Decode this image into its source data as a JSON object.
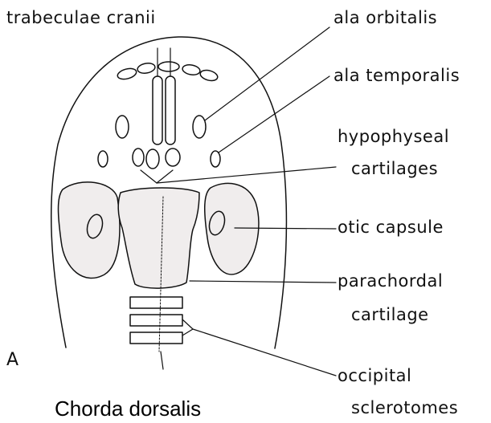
{
  "figure": {
    "panel_letter": "A",
    "caption": "Chorda dorsalis"
  },
  "labels": {
    "trabeculae_cranii": "trabeculae cranii",
    "ala_orbitalis": "ala orbitalis",
    "ala_temporalis": "ala temporalis",
    "hypophyseal_line1": "hypophyseal",
    "hypophyseal_line2": "cartilages",
    "otic_capsule": "otic capsule",
    "parachordal_line1": "parachordal",
    "parachordal_line2": "cartilage",
    "occipital_line1": "occipital",
    "occipital_line2": "sclerotomes"
  },
  "colors": {
    "line": "#111111",
    "cartilage_fill": "#f0eded",
    "background": "#ffffff"
  }
}
